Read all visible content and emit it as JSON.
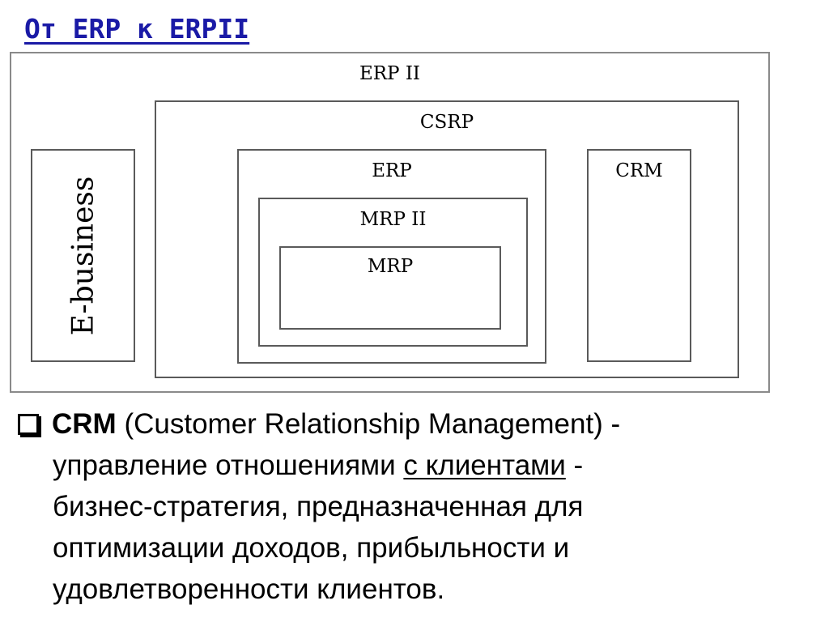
{
  "title": "От ERP к ERPII",
  "diagram": {
    "outer_label": "ERP II",
    "csrp_label": "CSRP",
    "erp_label": "ERP",
    "mrp2_label": "MRP II",
    "mrp_label": "MRP",
    "crm_label": "CRM",
    "ebusiness_label": "E-business"
  },
  "body": {
    "term": "CRM",
    "line1_rest": "(Customer Relationship Management) -",
    "line2_before": "управление отношениями ",
    "line2_underlined": "с клиентами",
    "line2_after": " -",
    "line3": "бизнес-стратегия, предназначенная для",
    "line4": "оптимизации доходов, прибыльности и",
    "line5": "удовлетворенности клиентов."
  },
  "colors": {
    "title": "#1a1aa6",
    "box_border": "#5a5a5a",
    "frame_border": "#8a8a8a"
  }
}
